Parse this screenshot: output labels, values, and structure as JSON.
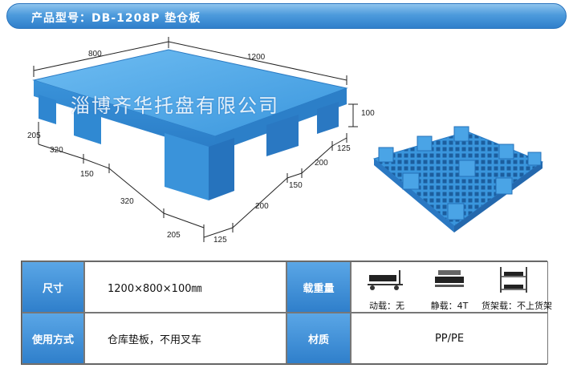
{
  "header": {
    "title": "产品型号：DB-1208P  垫仓板"
  },
  "drawing": {
    "watermark": "淄博齐华托盘有限公司",
    "dimensions": {
      "width_top": "800",
      "length_top": "1200",
      "height": "100",
      "left_205_top": "205",
      "left_320_top": "320",
      "left_150": "150",
      "left_320_bottom": "320",
      "left_205_bottom": "205",
      "bottom_125": "125",
      "right_200_bottom": "200",
      "right_150": "150",
      "right_200_top": "200",
      "right_125": "125"
    }
  },
  "spec": {
    "row1": {
      "label_size": "尺寸",
      "value_size": "1200×800×100㎜",
      "label_load": "载重量",
      "loads": [
        {
          "label": "动载：无",
          "icon": "dynamic-load-icon"
        },
        {
          "label": "静载：4T",
          "icon": "static-load-icon"
        },
        {
          "label": "货架载：不上货架",
          "icon": "rack-load-icon"
        }
      ]
    },
    "row2": {
      "label_usage": "使用方式",
      "value_usage": "仓库垫板，不用叉车",
      "label_material": "材质",
      "value_material": "PP/PE"
    }
  },
  "colors": {
    "header_blue": "#2f7fcb",
    "pallet_blue": "#3b9be2",
    "pallet_dark": "#1f6fbf"
  }
}
